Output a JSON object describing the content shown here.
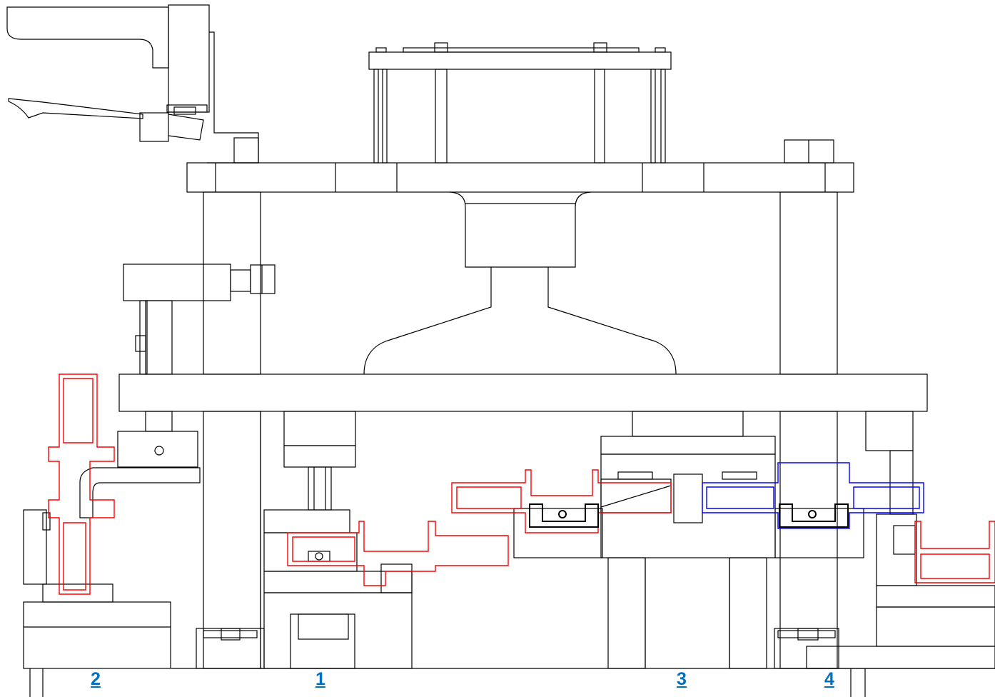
{
  "station_labels": [
    {
      "id": "2",
      "text": "2"
    },
    {
      "id": "1",
      "text": "1"
    },
    {
      "id": "3",
      "text": "3"
    },
    {
      "id": "4",
      "text": "4"
    }
  ],
  "colors": {
    "line": "#000000",
    "profile_highlight": "#ff0000",
    "profile_alt": "#0000ff",
    "label": "#0070c0",
    "background": "#ffffff"
  }
}
